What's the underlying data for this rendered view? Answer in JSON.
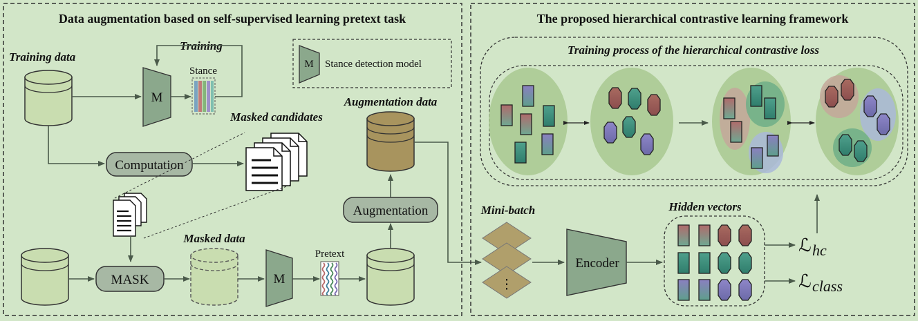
{
  "left_panel": {
    "title": "Data augmentation based on self-supervised learning pretext task",
    "training_data": "Training data",
    "training_loop": "Training",
    "model_letter": "M",
    "stance": "Stance",
    "legend": "Stance detection model",
    "masked_candidates": "Masked candidates",
    "computation": "Computation",
    "augmentation_data": "Augmentation data",
    "augmentation": "Augmentation",
    "mask": "MASK",
    "masked_data": "Masked data",
    "pretext": "Pretext"
  },
  "right_panel": {
    "title": "The proposed hierarchical contrastive learning framework",
    "training_process": "Training process of the hierarchical contrastive loss",
    "mini_batch": "Mini-batch",
    "encoder": "Encoder",
    "hidden_vectors": "Hidden vectors",
    "loss_hc_main": "ℒ",
    "loss_hc_sub": "hc",
    "loss_class_main": "ℒ",
    "loss_class_sub": "class",
    "ellipsis": "⋮"
  },
  "colors": {
    "background": "#d2e6c8",
    "cylinder_light": "#c9ddb0",
    "cylinder_dark": "#a8945e",
    "model_fill": "#8ba88c",
    "pill_fill": "#a7b8a4",
    "mini_batch": "#b09f6b",
    "red": "#b86a6a",
    "teal": "#3f9a86",
    "purple": "#8b7fbf"
  }
}
